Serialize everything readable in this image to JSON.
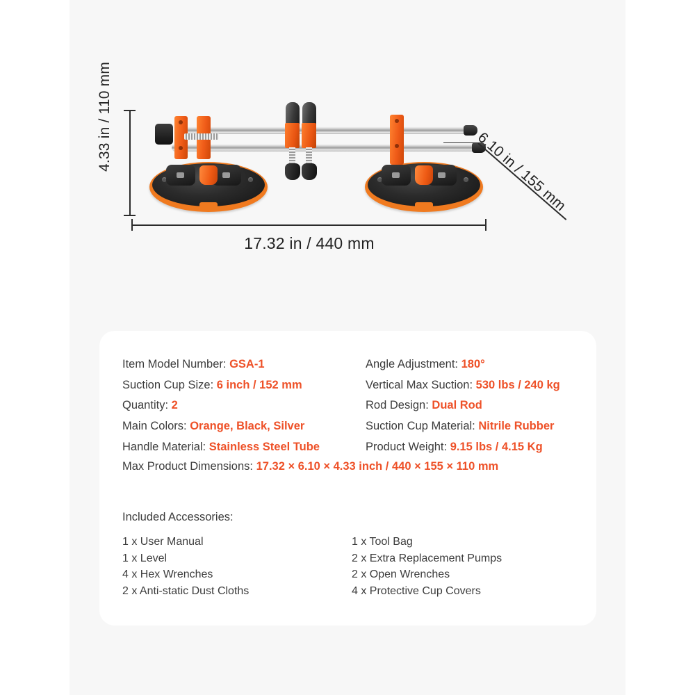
{
  "diagram": {
    "height_label": "4.33 in / 110 mm",
    "width_label": "17.32 in / 440 mm",
    "depth_label": "6.10 in / 155 mm",
    "product_alt": "orange and black dual-rod suction cup seam setter with chrome rails"
  },
  "accent_color": "#ee5128",
  "text_color": "#3c3c3c",
  "panel_color": "#f7f7f7",
  "card_color": "#ffffff",
  "specs": {
    "rows": [
      {
        "left_label": "Item Model Number:",
        "left_value": "GSA-1",
        "right_label": "Angle Adjustment:",
        "right_value": "180°"
      },
      {
        "left_label": "Suction Cup Size:",
        "left_value": "6 inch / 152 mm",
        "right_label": "Vertical Max Suction:",
        "right_value": "530 lbs / 240 kg"
      },
      {
        "left_label": "Quantity:",
        "left_value": "2",
        "right_label": "Rod Design:",
        "right_value": "Dual Rod"
      },
      {
        "left_label": "Main Colors:",
        "left_value": "Orange, Black, Silver",
        "right_label": "Suction Cup Material:",
        "right_value": "Nitrile Rubber"
      },
      {
        "left_label": "Handle Material:",
        "left_value": "Stainless Steel Tube",
        "right_label": "Product Weight:",
        "right_value": "9.15 lbs / 4.15 Kg"
      }
    ],
    "full_width_row": {
      "label": "Max Product Dimensions:",
      "value": "17.32 × 6.10 × 4.33 inch / 440 × 155 × 110 mm"
    }
  },
  "accessories": {
    "title": "Included Accessories:",
    "left_column": [
      "1 x User Manual",
      "1 x Level",
      "4 x Hex Wrenches",
      "2 x Anti-static Dust Cloths"
    ],
    "right_column": [
      "1 x Tool Bag",
      "2 x Extra Replacement Pumps",
      "2 x Open Wrenches",
      "4 x Protective Cup Covers"
    ]
  }
}
